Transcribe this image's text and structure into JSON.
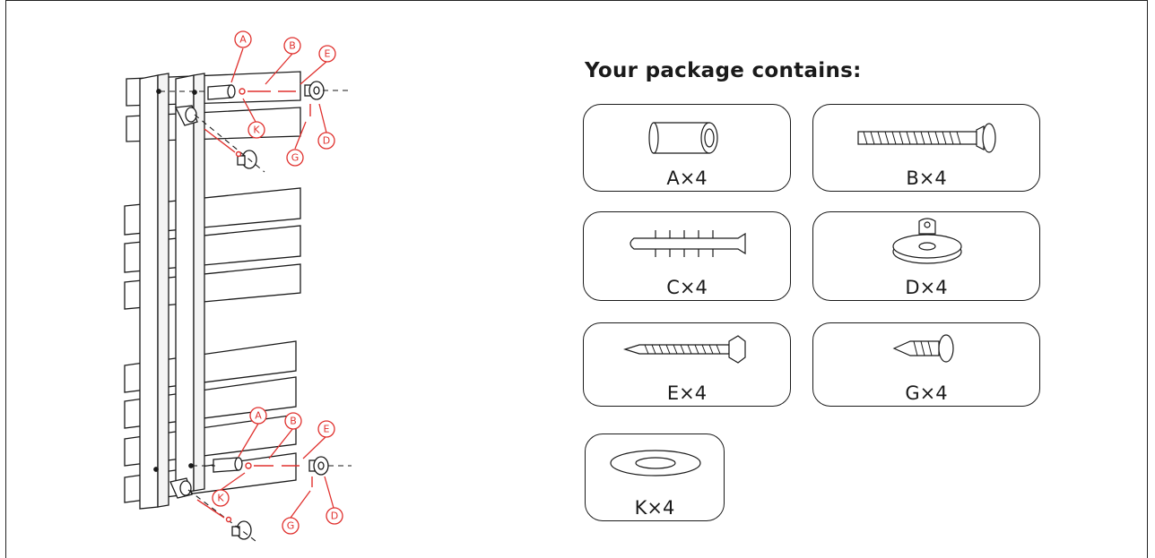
{
  "package": {
    "title": "Your package contains:",
    "parts": [
      {
        "id": "A",
        "label": "A×4",
        "icon": "spacer-sleeve-icon"
      },
      {
        "id": "B",
        "label": "B×4",
        "icon": "long-screw-icon"
      },
      {
        "id": "C",
        "label": "C×4",
        "icon": "wall-plug-icon"
      },
      {
        "id": "D",
        "label": "D×4",
        "icon": "wall-cover-cap-icon"
      },
      {
        "id": "E",
        "label": "E×4",
        "icon": "self-tapping-screw-icon"
      },
      {
        "id": "G",
        "label": "G×4",
        "icon": "grub-screw-icon"
      },
      {
        "id": "K",
        "label": "K×4",
        "icon": "washer-icon"
      }
    ]
  },
  "callouts": {
    "top": [
      "A",
      "B",
      "E",
      "K",
      "G",
      "D"
    ],
    "bottom": [
      "A",
      "B",
      "E",
      "K",
      "G",
      "D"
    ]
  },
  "colors": {
    "outline": "#1a1a1a",
    "callout": "#e0312e"
  }
}
